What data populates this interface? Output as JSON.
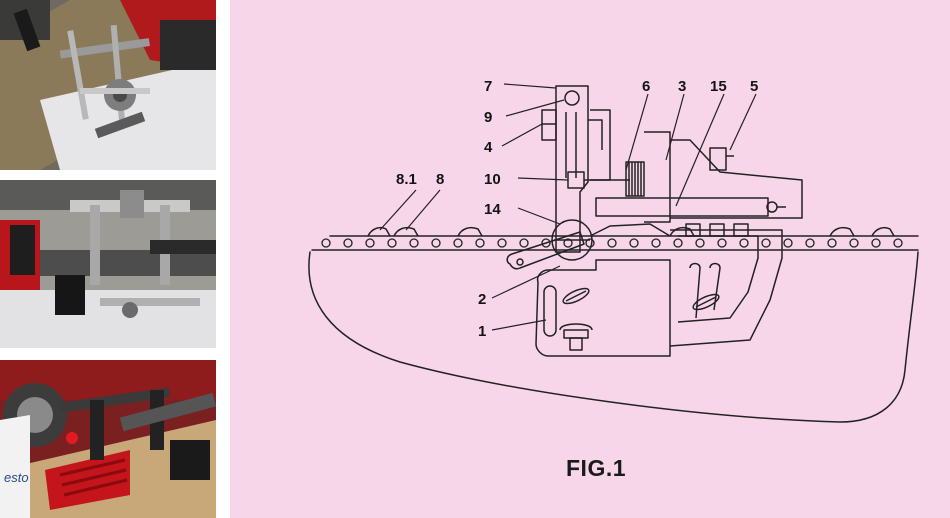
{
  "figure": {
    "caption": "FIG.1",
    "callouts": [
      "7",
      "9",
      "4",
      "10",
      "14",
      "8.1",
      "8",
      "2",
      "1",
      "6",
      "3",
      "15",
      "5"
    ]
  },
  "photos": {
    "photo3_box_text": "esto"
  },
  "colors": {
    "panel_background": "#f7d6ea",
    "line": "#222222",
    "accent_red": "#c0141e"
  }
}
